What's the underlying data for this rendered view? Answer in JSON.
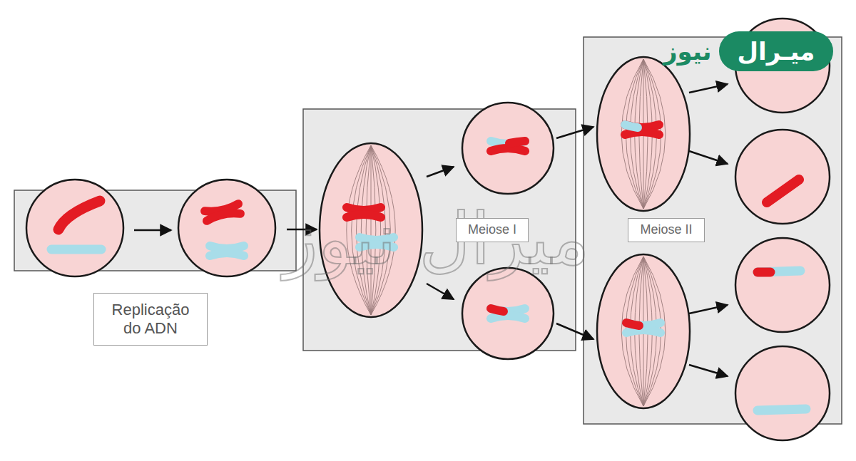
{
  "diagram": {
    "nodes": [
      {
        "text": [
          "Replicação do ADN"
        ]
      },
      {
        "text": [
          "Meiose I"
        ]
      },
      {
        "text": [
          "Meiose II"
        ]
      },
      {
        "text": [
          "ميـرال",
          "نيوز"
        ]
      }
    ],
    "labels": [
      "ميرال نيوز"
    ]
  }
}
